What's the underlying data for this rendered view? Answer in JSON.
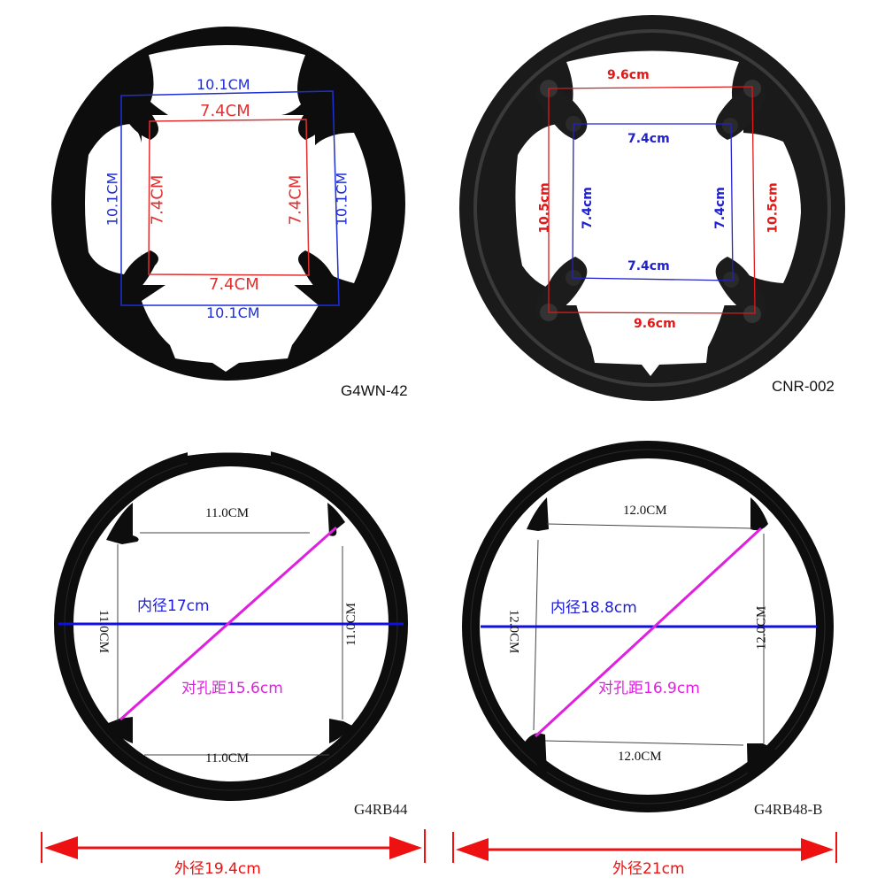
{
  "guards": [
    {
      "model": "G4WN-42",
      "outer_square": {
        "top": "10.1CM",
        "bottom": "10.1CM",
        "left": "10.1CM",
        "right": "10.1CM",
        "color": "#1e2fd6"
      },
      "inner_square": {
        "top": "7.4CM",
        "bottom": "7.4CM",
        "left": "7.4CM",
        "right": "7.4CM",
        "color": "#e03030"
      }
    },
    {
      "model": "CNR-002",
      "outer_rect": {
        "top": "9.6cm",
        "bottom": "9.6cm",
        "left": "10.5cm",
        "right": "10.5cm",
        "color": "#e01818"
      },
      "inner_square": {
        "top": "7.4cm",
        "bottom": "7.4cm",
        "left": "7.4cm",
        "right": "7.4cm",
        "color": "#2020d0"
      }
    },
    {
      "model": "G4RB44",
      "square": {
        "top": "11.0CM",
        "bottom": "11.0CM",
        "left": "11.0CM",
        "right": "11.0CM"
      },
      "inner_diameter": "内径17cm",
      "hole_distance": "对孔距15.6cm",
      "outer_diameter": "外径19.4cm"
    },
    {
      "model": "G4RB48-B",
      "square": {
        "top": "12.0CM",
        "bottom": "12.0CM",
        "left": "12.0CM",
        "right": "12.0CM"
      },
      "inner_diameter": "内径18.8cm",
      "hole_distance": "对孔距16.9cm",
      "outer_diameter": "外径21cm"
    }
  ],
  "colors": {
    "guard": "#0d0d0d",
    "inner_diameter_line": "#1010e0",
    "hole_distance_line": "#e020e0",
    "outer_diameter_arrow": "#ee1111"
  }
}
